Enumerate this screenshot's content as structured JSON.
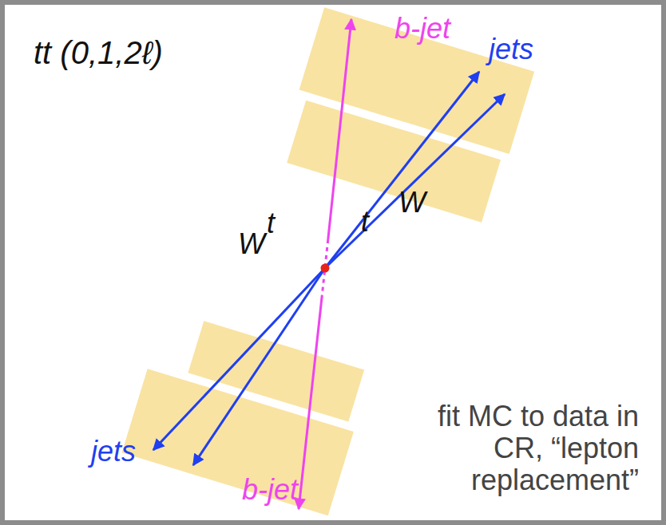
{
  "diagram": {
    "title": "tt (0,1,2ℓ)",
    "caption": "fit MC to data in CR, “lepton replacement”",
    "labels": [
      "b-jet",
      "jets",
      "W",
      "t",
      "t",
      "W",
      "jets",
      "b-jet"
    ]
  }
}
